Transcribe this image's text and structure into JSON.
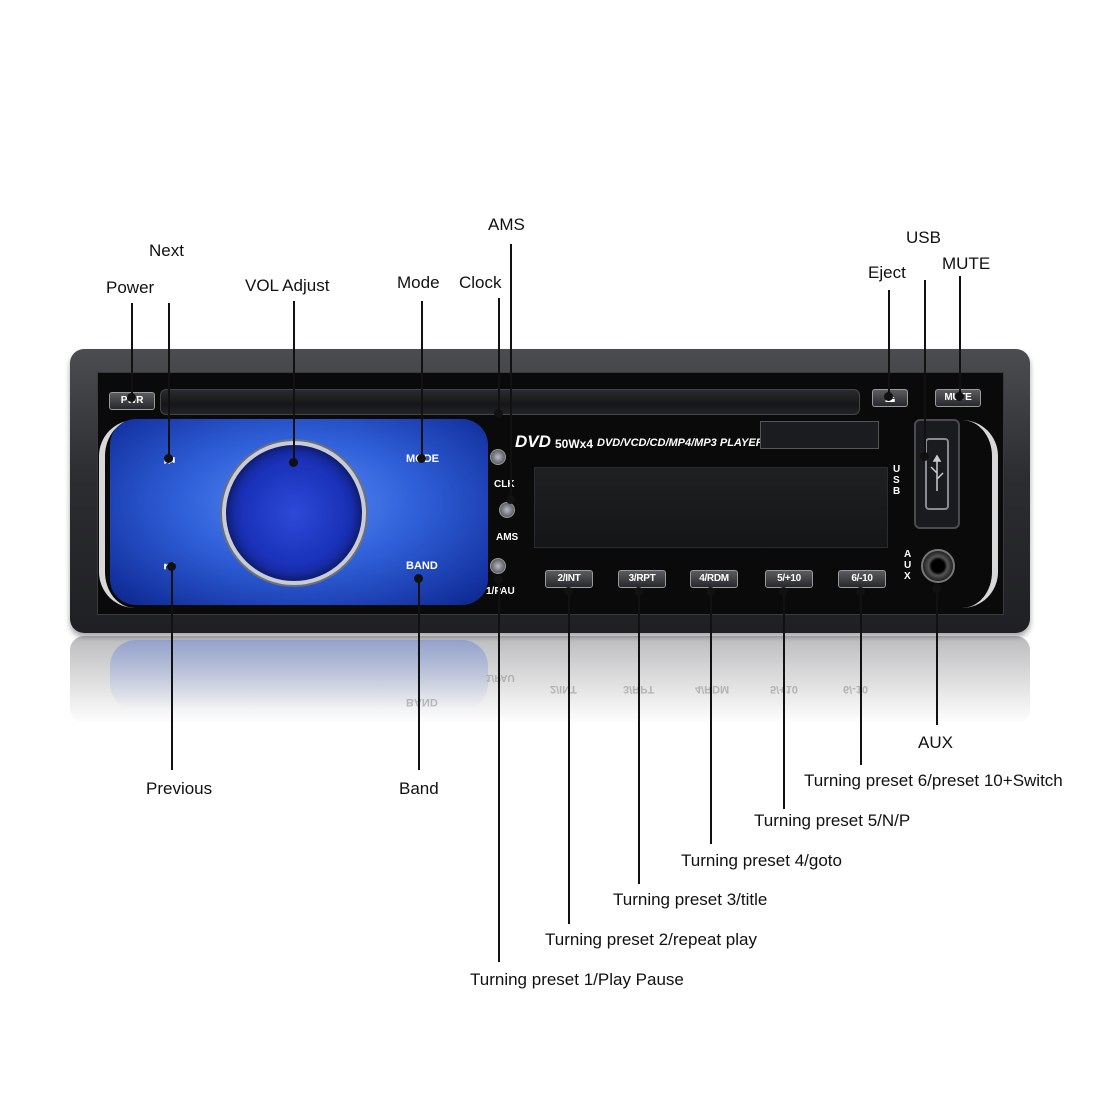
{
  "callouts": {
    "next": "Next",
    "power": "Power",
    "vol_adjust": "VOL Adjust",
    "mode": "Mode",
    "clock": "Clock",
    "ams": "AMS",
    "usb": "USB",
    "eject": "Eject",
    "mute": "MUTE",
    "previous": "Previous",
    "band": "Band",
    "aux": "AUX",
    "preset6": "Turning preset 6/preset 10+Switch",
    "preset5": "Turning preset 5/N/P",
    "preset4": "Turning preset 4/goto",
    "preset3": "Turning preset 3/title",
    "preset2": "Turning preset 2/repeat play",
    "preset1": "Turning preset 1/Play Pause"
  },
  "device": {
    "pwr": "PWR",
    "mute": "MUTE",
    "mode": "MODE",
    "band": "BAND",
    "next_glyph": "⏭",
    "prev_glyph": "⏮",
    "clk": "CLK",
    "ams": "AMS",
    "pau": "1/PAU",
    "dvd_logo": "DVD",
    "power_rating": "50Wx4",
    "formats": "DVD/VCD/CD/MP4/MP3 PLAYER",
    "usb": "USB",
    "aux": "AUX",
    "eject_glyph": "⏏",
    "presets": [
      "2/INT",
      "3/RPT",
      "4/RDM",
      "5/+10",
      "6/-10"
    ]
  }
}
